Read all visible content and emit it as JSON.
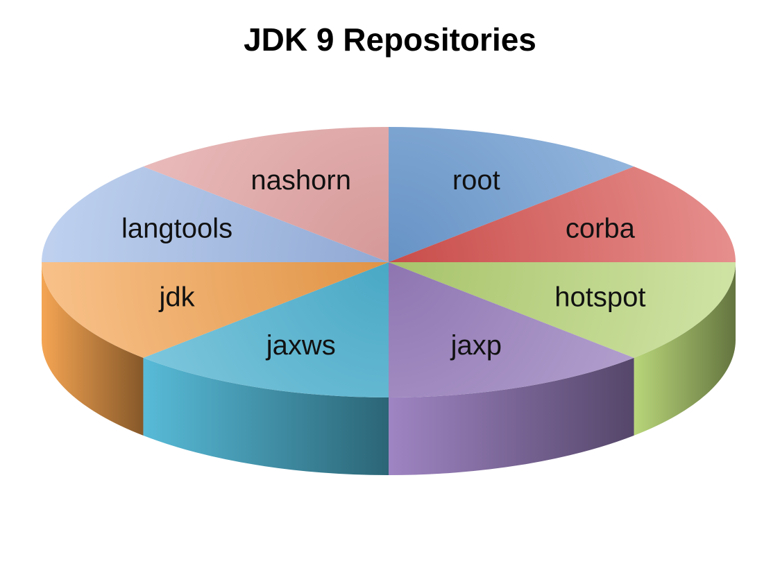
{
  "chart_data": {
    "type": "pie",
    "title": "JDK 9 Repositories",
    "legend": "none",
    "slices": [
      {
        "label": "root",
        "value": 1,
        "color": "#6f9fd6"
      },
      {
        "label": "corba",
        "value": 1,
        "color": "#d9534f"
      },
      {
        "label": "hotspot",
        "value": 1,
        "color": "#b5d473"
      },
      {
        "label": "jaxp",
        "value": 1,
        "color": "#9a7fc0"
      },
      {
        "label": "jaxws",
        "value": 1,
        "color": "#4fb7d6"
      },
      {
        "label": "jdk",
        "value": 1,
        "color": "#f4a04a"
      },
      {
        "label": "langtools",
        "value": 1,
        "color": "#9db8e6"
      },
      {
        "label": "nashorn",
        "value": 1,
        "color": "#e8a5a5"
      }
    ]
  }
}
